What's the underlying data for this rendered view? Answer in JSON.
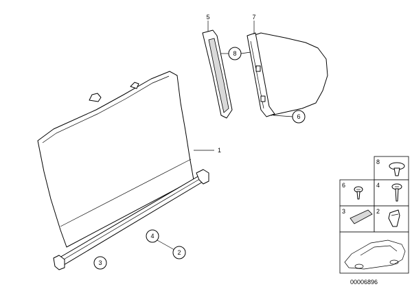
{
  "callouts": {
    "p1": "1",
    "p2": "2",
    "p3": "3",
    "p4": "4",
    "p5": "5",
    "p6": "6",
    "p7": "7",
    "p8": "8"
  },
  "legend": {
    "c8": "8",
    "c6": "6",
    "c4": "4",
    "c3": "3",
    "c2": "2"
  },
  "diagram_number": "00006896"
}
